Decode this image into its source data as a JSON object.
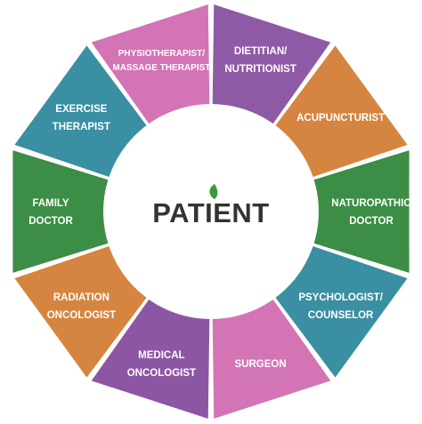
{
  "center": {
    "title": "PATIENT",
    "leaf_color": "#3a9b3a",
    "text_color": "#333333"
  },
  "segments": [
    {
      "lines": [
        "DIETITIAN/",
        "NUTRITIONIST"
      ],
      "color": "#8f5aa5"
    },
    {
      "lines": [
        "ACUPUNCTURIST"
      ],
      "color": "#d5853f"
    },
    {
      "lines": [
        "NATUROPATHIC",
        "DOCTOR"
      ],
      "color": "#3c8d46"
    },
    {
      "lines": [
        "PSYCHOLOGIST/",
        "COUNSELOR"
      ],
      "color": "#3a8fa2"
    },
    {
      "lines": [
        "SURGEON"
      ],
      "color": "#d374b5"
    },
    {
      "lines": [
        "MEDICAL",
        "ONCOLOGIST"
      ],
      "color": "#8d56a3"
    },
    {
      "lines": [
        "RADIATION",
        "ONCOLOGIST"
      ],
      "color": "#d5853f"
    },
    {
      "lines": [
        "FAMILY",
        "DOCTOR"
      ],
      "color": "#3c8d46"
    },
    {
      "lines": [
        "EXERCISE",
        "THERAPIST"
      ],
      "color": "#3a8fa2"
    },
    {
      "lines": [
        "PHYSIOTHERAPIST/",
        "MASSAGE THERAPIST"
      ],
      "color": "#d374b5",
      "small": true
    }
  ]
}
